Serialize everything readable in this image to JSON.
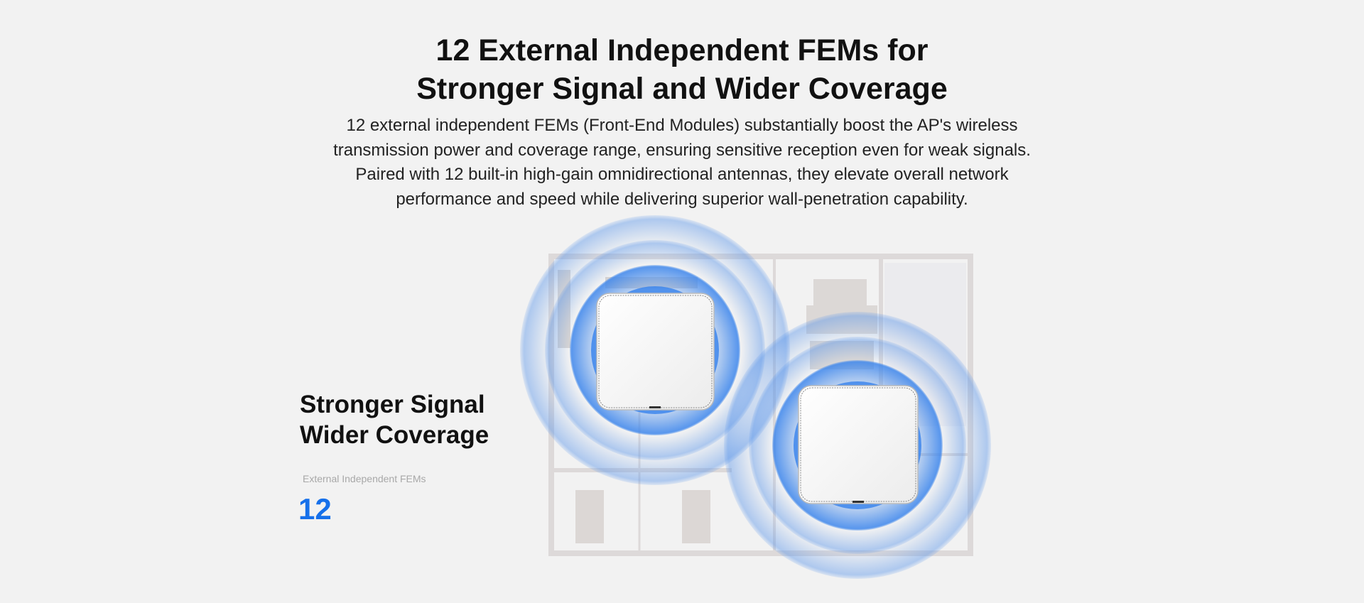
{
  "header": {
    "title_lines": [
      "12 External Independent FEMs for",
      "Stronger Signal and Wider Coverage"
    ],
    "description_lines": [
      "12 external independent FEMs (Front-End Modules) substantially boost the AP's wireless",
      "transmission power and coverage range, ensuring sensitive reception even for weak signals.",
      "Paired with 12 built-in high-gain omnidirectional antennas, they elevate overall network",
      "performance and speed while delivering superior wall-penetration capability."
    ]
  },
  "feature": {
    "title_lines": [
      "Stronger Signal",
      "Wider Coverage"
    ],
    "stat_label": "External Independent FEMs",
    "stat_value": "12"
  },
  "colors": {
    "accent": "#1670ea",
    "signal": "#5a95ea",
    "background": "#f2f2f2"
  }
}
